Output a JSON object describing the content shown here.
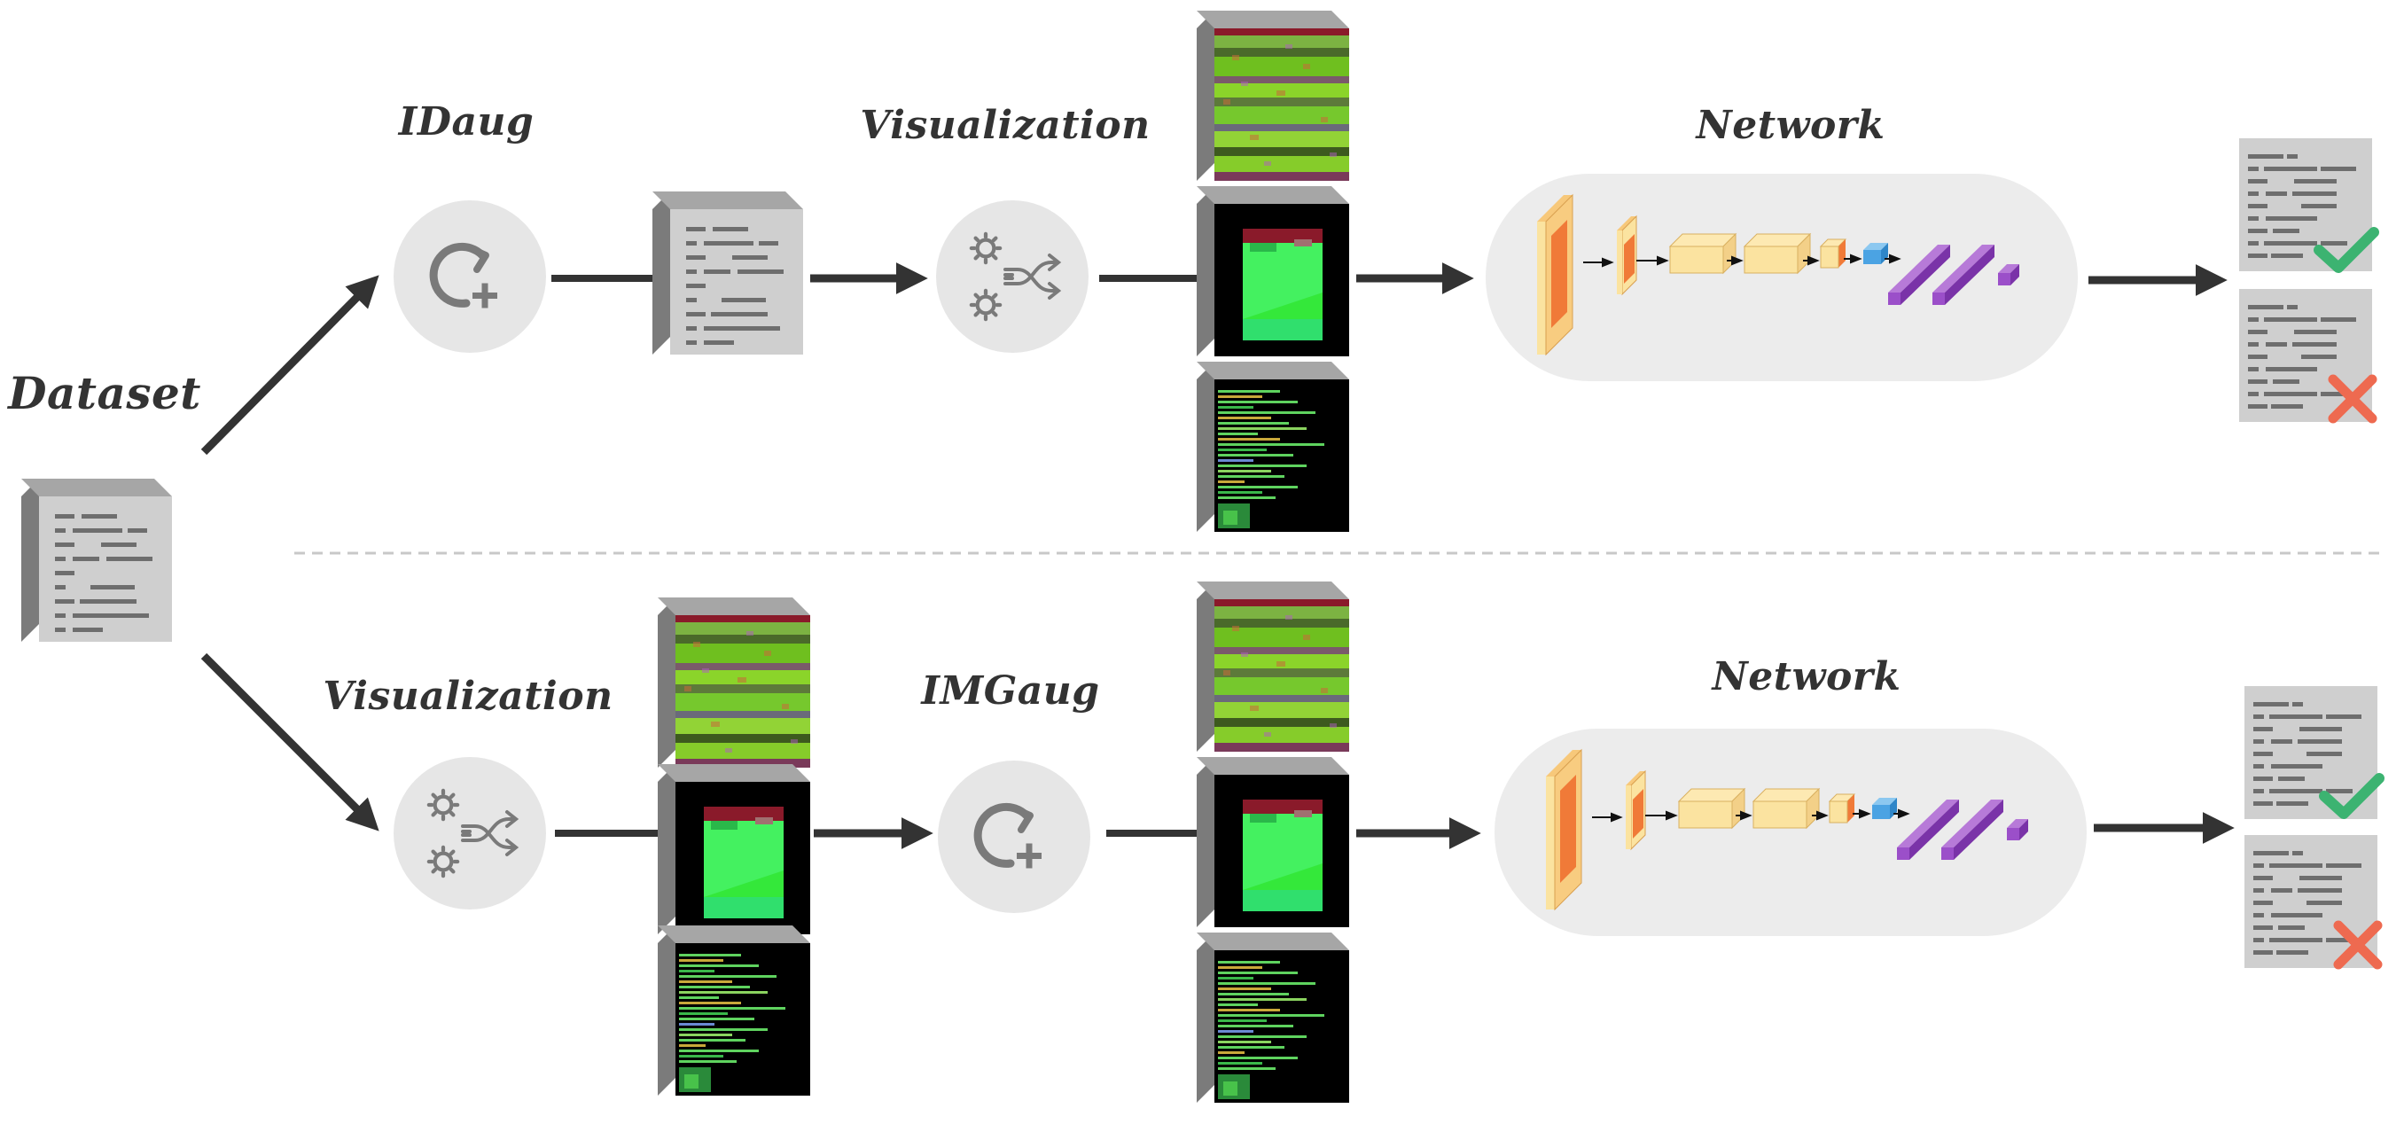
{
  "labels": {
    "dataset": "Dataset",
    "top_idaug": "IDaug",
    "top_visualization": "Visualization",
    "top_network": "Network",
    "bottom_visualization": "Visualization",
    "bottom_imgaug": "IMGaug",
    "bottom_network": "Network"
  },
  "icons": {
    "augment": "refresh-plus-icon",
    "visualize": "gears-shuffle-icon",
    "correct": "check-icon",
    "wrong": "cross-icon"
  },
  "colors": {
    "arrow": "#333333",
    "node_circle": "#e6e6e6",
    "icon_gray": "#7a7a7a",
    "network_bg": "#ececec",
    "document": "#cfcfcf",
    "check": "#3cb371",
    "cross": "#ee6a50",
    "divider": "#c8c8c8",
    "conv_orange": "#f08040",
    "conv_yellow": "#fbe3a0",
    "fc_blue": "#4ba3e3",
    "fc_purple": "#9b4fc9"
  }
}
